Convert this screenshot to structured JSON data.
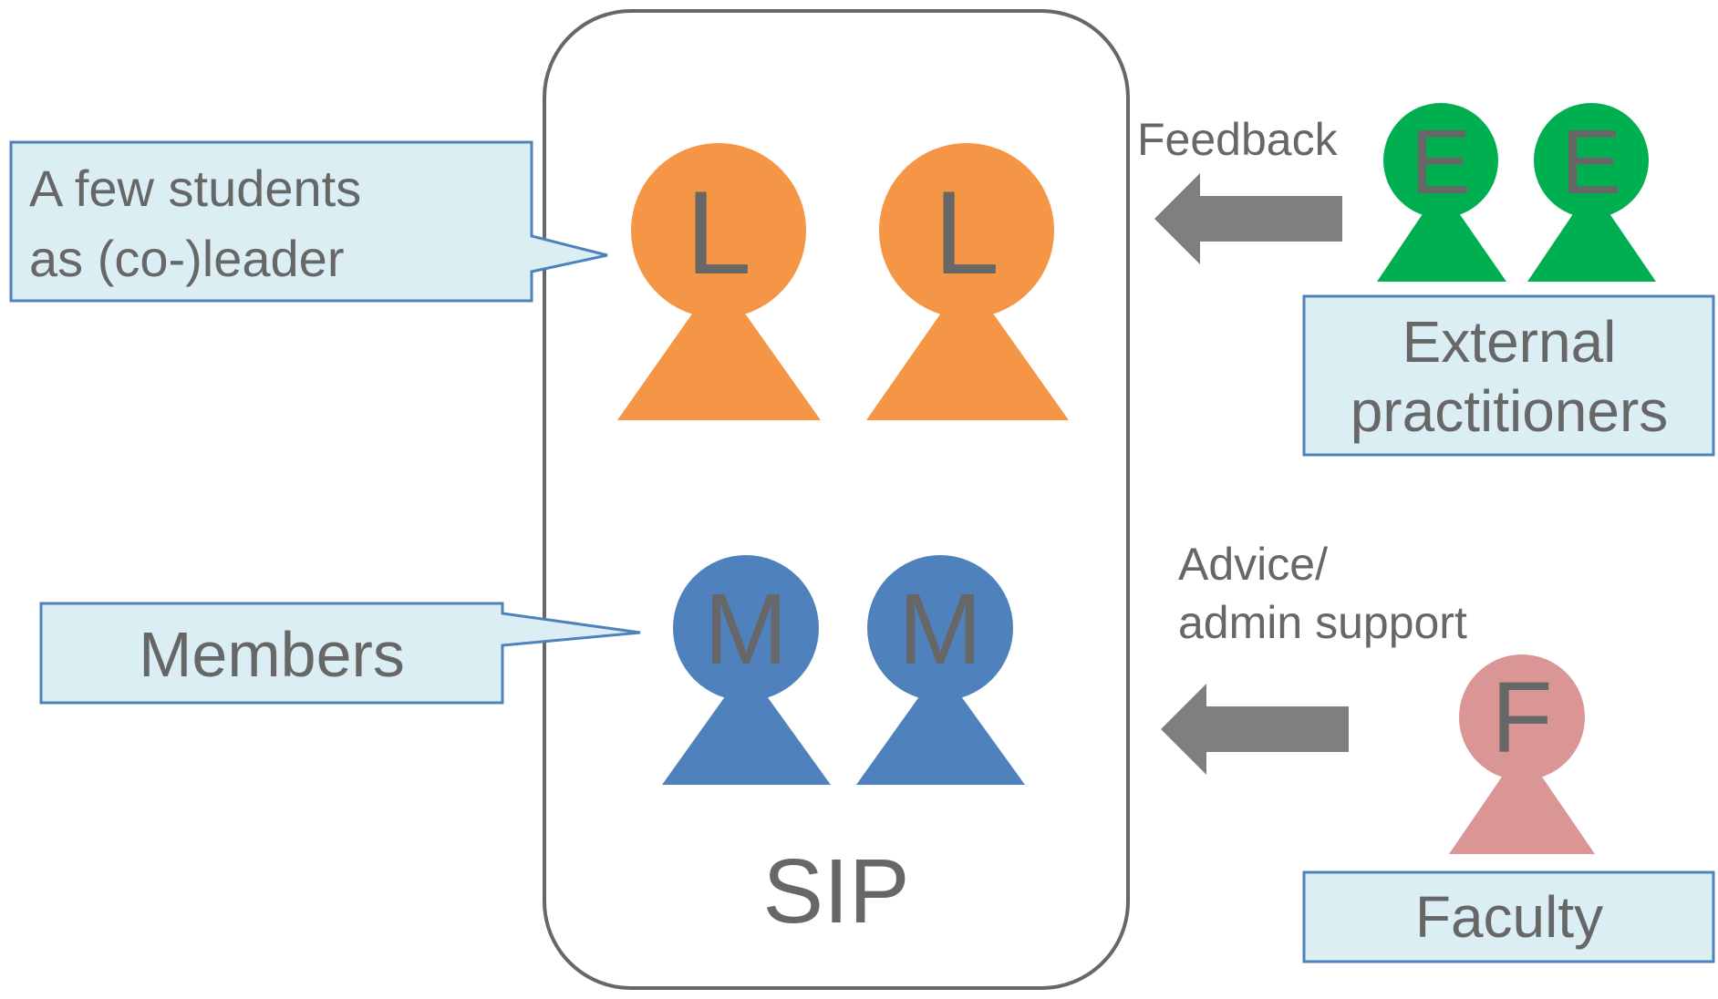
{
  "container": {
    "label": "SIP",
    "border_color": "#676767"
  },
  "callouts": {
    "leader": {
      "line1": "A few students",
      "line2": "as (co-)leader"
    },
    "members": {
      "text": "Members"
    },
    "external": {
      "line1": "External",
      "line2": "practitioners"
    },
    "faculty": {
      "text": "Faculty"
    }
  },
  "arrows": {
    "feedback": {
      "label": "Feedback"
    },
    "advice": {
      "line1": "Advice/",
      "line2": "admin support"
    }
  },
  "figures": {
    "leader_letter": "L",
    "member_letter": "M",
    "external_letter": "E",
    "faculty_letter": "F"
  },
  "colors": {
    "leader": "#f59646",
    "member": "#4f81bd",
    "external": "#00b050",
    "faculty": "#d99694",
    "callout_fill": "#dbeef4",
    "callout_border": "#4f81bd",
    "arrow": "#7f7f7f",
    "text": "#676767"
  }
}
